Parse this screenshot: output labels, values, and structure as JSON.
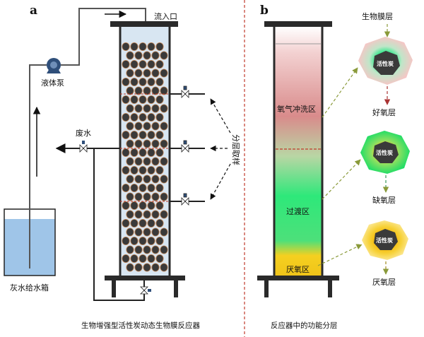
{
  "panel_a": {
    "letter": "a",
    "inlet": "流入口",
    "pump": "液体泵",
    "waste": "废水",
    "sampling": "分层取样",
    "tank": "灰水给水箱",
    "caption": "生物增强型活性炭动态生物膜反应器"
  },
  "panel_b": {
    "letter": "b",
    "zones": [
      "氧气冲洗区",
      "过渡区",
      "厌氧区"
    ],
    "biofilm": "生物膜层",
    "carbon": "活性炭",
    "layers": [
      "好氧层",
      "缺氧层",
      "厌氧层"
    ],
    "caption": "反应器中的功能分层"
  },
  "colors": {
    "pipe": "#2a2a2a",
    "divider": "#c0392b",
    "carbon": "#3a3a3a",
    "tank_water": "#9fc5e8",
    "aerobic": "#e88b8b",
    "transition": "#2ee87a",
    "anaerobic": "#f5d020"
  }
}
